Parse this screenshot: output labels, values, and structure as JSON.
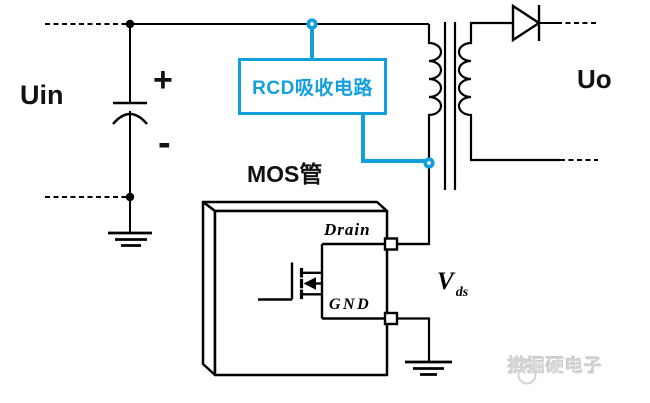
{
  "colors": {
    "accent_blue": "#129FDE",
    "wire_black": "#000000",
    "watermark_gray": "#d4d4d4"
  },
  "schematic": {
    "input_label": "Uin",
    "cap_plus": "+",
    "cap_minus": "-",
    "snubber_box_label": "RCD吸收电路",
    "mosfet_label": "MOS管",
    "drain_pin_label": "Drain",
    "gnd_pin_label": "GND",
    "vds_label": "V",
    "vds_subscript": "ds",
    "output_label": "Uo"
  },
  "watermark": {
    "text": "拱掘硬电子"
  }
}
